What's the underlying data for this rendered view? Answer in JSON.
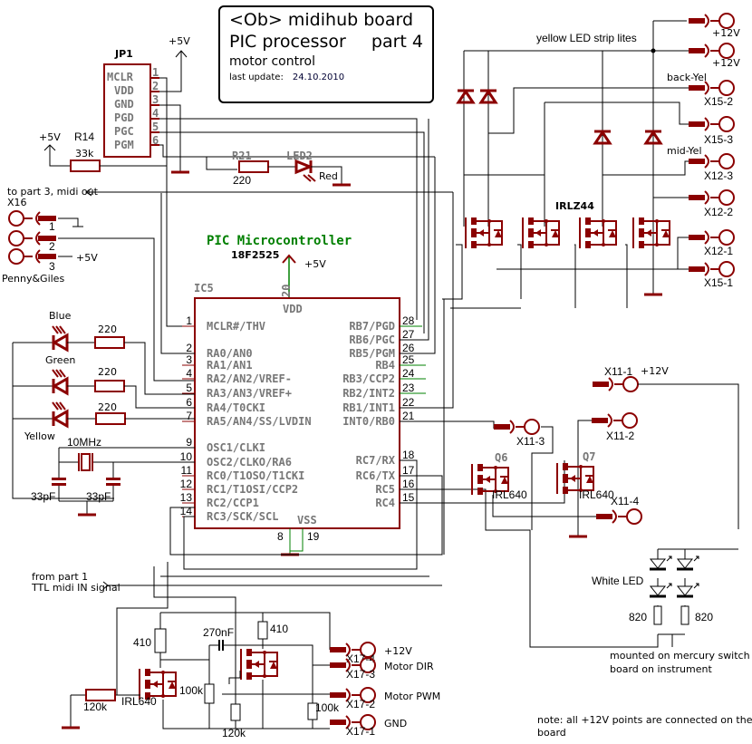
{
  "title_block": {
    "line1": "<Ob> midihub board",
    "line2a": "PIC processor",
    "line2b": "part 4",
    "line3": "motor control",
    "update_label": "last update:",
    "update_date": "24.10.2010"
  },
  "jp1": {
    "name": "JP1",
    "supply": "+5V",
    "pins": [
      {
        "num": "1",
        "label": "MCLR"
      },
      {
        "num": "2",
        "label": "VDD"
      },
      {
        "num": "3",
        "label": "GND"
      },
      {
        "num": "4",
        "label": "PGD"
      },
      {
        "num": "5",
        "label": "PGC"
      },
      {
        "num": "6",
        "label": "PGM"
      }
    ]
  },
  "r14": {
    "name": "R14",
    "value": "33k",
    "supply": "+5V"
  },
  "r21": {
    "name": "R21",
    "value": "220"
  },
  "led2": {
    "name": "LED2",
    "color": "Red"
  },
  "midi_out": "to part 3, midi out",
  "x16": {
    "name": "X16",
    "pins": [
      "1",
      "2",
      "3"
    ],
    "supply": "+5V",
    "label": "Penny&Giles"
  },
  "ic5": {
    "heading": "PIC Microcontroller",
    "part": "18F2525",
    "name": "IC5",
    "supply": "+5V",
    "vdd_pin": "20",
    "vdd": "VDD",
    "vss": "VSS",
    "vss_pins": [
      "8",
      "19"
    ],
    "left_pins": [
      {
        "num": "1",
        "label": "MCLR#/THV"
      },
      {
        "num": "2",
        "label": "RA0/AN0"
      },
      {
        "num": "3",
        "label": "RA1/AN1"
      },
      {
        "num": "4",
        "label": "RA2/AN2/VREF-"
      },
      {
        "num": "5",
        "label": "RA3/AN3/VREF+"
      },
      {
        "num": "6",
        "label": "RA4/T0CKI"
      },
      {
        "num": "7",
        "label": "RA5/AN4/SS/LVDIN"
      },
      {
        "num": "9",
        "label": "OSC1/CLKI"
      },
      {
        "num": "10",
        "label": "OSC2/CLKO/RA6"
      },
      {
        "num": "11",
        "label": "RC0/T1OSO/T1CKI"
      },
      {
        "num": "12",
        "label": "RC1/T1OSI/CCP2"
      },
      {
        "num": "13",
        "label": "RC2/CCP1"
      },
      {
        "num": "14",
        "label": "RC3/SCK/SCL"
      }
    ],
    "right_pins": [
      {
        "num": "28",
        "label": "RB7/PGD"
      },
      {
        "num": "27",
        "label": "RB6/PGC"
      },
      {
        "num": "26",
        "label": "RB5/PGM"
      },
      {
        "num": "25",
        "label": "RB4"
      },
      {
        "num": "24",
        "label": "RB3/CCP2"
      },
      {
        "num": "23",
        "label": "RB2/INT2"
      },
      {
        "num": "22",
        "label": "RB1/INT1"
      },
      {
        "num": "21",
        "label": "INT0/RB0"
      },
      {
        "num": "18",
        "label": "RC7/RX"
      },
      {
        "num": "17",
        "label": "RC6/TX"
      },
      {
        "num": "16",
        "label": "RC5"
      },
      {
        "num": "15",
        "label": "RC4"
      }
    ]
  },
  "status_leds": [
    {
      "color": "Blue",
      "resistor": "220"
    },
    {
      "color": "Green",
      "resistor": "220"
    },
    {
      "color": "Yellow",
      "resistor": "220"
    }
  ],
  "crystal": {
    "freq": "10MHz",
    "cap1": "33pF",
    "cap2": "33pF"
  },
  "led_strip": {
    "label": "yellow LED strip lites",
    "mosfet": "IRLZ44",
    "connectors": [
      {
        "name": "",
        "label": "+12V"
      },
      {
        "name": "",
        "label": "+12V"
      },
      {
        "name": "X15-2",
        "label": "back-Yel"
      },
      {
        "name": "X15-3",
        "label": ""
      },
      {
        "name": "X12-3",
        "label": "mid-Yel"
      },
      {
        "name": "X12-2",
        "label": ""
      },
      {
        "name": "X12-1",
        "label": ""
      },
      {
        "name": "X15-1",
        "label": ""
      }
    ]
  },
  "x11": {
    "x11_1": "X11-1",
    "supply": "+12V",
    "x11_2": "X11-2",
    "x11_3": "X11-3",
    "x11_4": "X11-4",
    "q6": "Q6",
    "q7": "Q7",
    "q6_type": "IRL640",
    "q7_type": "IRL640"
  },
  "white_led": {
    "label": "White LED",
    "r1": "820",
    "r2": "820",
    "note": [
      "mounted on mercury switch",
      "board on instrument"
    ]
  },
  "midi_in": [
    "from part 1",
    "TTL midi IN signal"
  ],
  "motor": {
    "r_gate": "120k",
    "r_drain1": "410",
    "mosfet1": "IRL640",
    "cap": "270nF",
    "r_pull": "100k",
    "r_bottom": "120k",
    "r_drain2": "410",
    "r_pull2": "100k",
    "connectors": [
      {
        "name": "X17-4",
        "label": "+12V"
      },
      {
        "name": "X17-3",
        "label": "Motor DIR"
      },
      {
        "name": "X17-2",
        "label": "Motor PWM"
      },
      {
        "name": "X17-1",
        "label": "GND"
      }
    ]
  },
  "footer_note": [
    "note: all +12V points are connected on the",
    "board"
  ]
}
